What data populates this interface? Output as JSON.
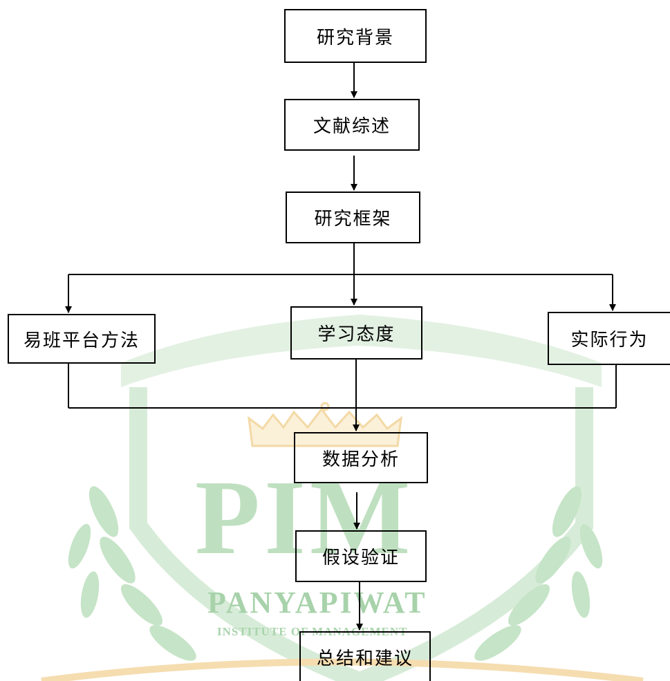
{
  "nodes": [
    {
      "label": "研究背景"
    },
    {
      "label": "文献综述"
    },
    {
      "label": "研究框架"
    },
    {
      "label": "易班平台方法"
    },
    {
      "label": "学习态度"
    },
    {
      "label": "实际行为"
    },
    {
      "label": "数据分析"
    },
    {
      "label": "假设验证"
    },
    {
      "label": "总结和建议"
    }
  ],
  "watermark": {
    "logo_text": "PIM",
    "name": "PANYAPIWAT",
    "subtitle": "INSTITUTE OF MANAGEMENT"
  },
  "colors": {
    "line": "#000000",
    "watermark": "#a9d4ac"
  }
}
